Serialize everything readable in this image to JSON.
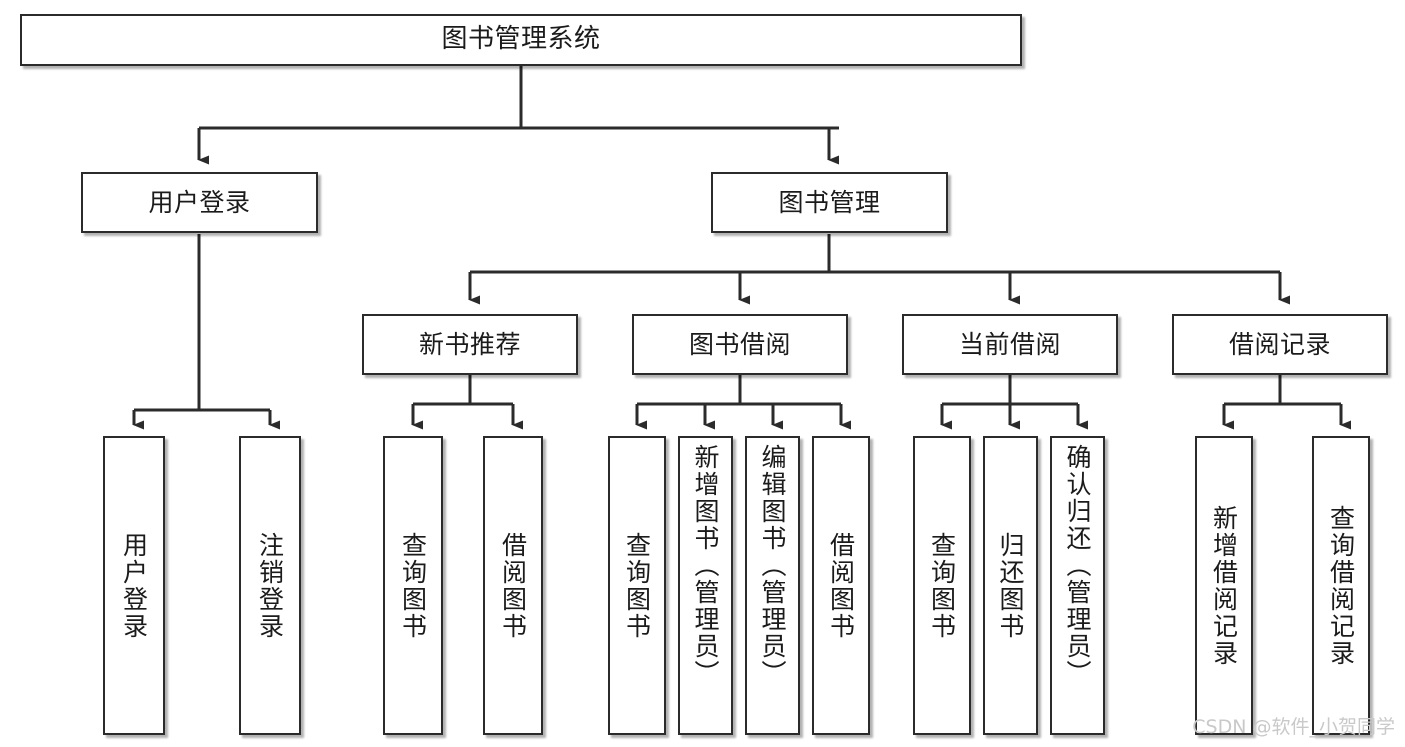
{
  "diagram": {
    "type": "tree",
    "title_node": "图书管理系统",
    "watermark": "CSDN @软件_小贺同学",
    "colors": {
      "box_border": "#2b2b2b",
      "box_fill": "#ffffff",
      "connector": "#2b2b2b",
      "text": "#1b1b1b",
      "watermark": "#c9c9c9",
      "background": "#ffffff"
    },
    "levels": {
      "root": [
        "图书管理系统"
      ],
      "level2": [
        "用户登录",
        "图书管理"
      ],
      "level3": [
        "新书推荐",
        "图书借阅",
        "当前借阅",
        "借阅记录"
      ],
      "leaves": [
        "用户登录",
        "注销登录",
        "查询图书",
        "借阅图书",
        "查询图书",
        "新增图书（管理员）",
        "编辑图书（管理员）",
        "借阅图书",
        "查询图书",
        "归还图书",
        "确认归还（管理员）",
        "新增借阅记录",
        "查询借阅记录"
      ]
    },
    "nodes": {
      "root": {
        "label": "图书管理系统"
      },
      "user_login": {
        "label": "用户登录"
      },
      "book_mgmt": {
        "label": "图书管理"
      },
      "new_book_rec": {
        "label": "新书推荐"
      },
      "book_borrow": {
        "label": "图书借阅"
      },
      "current_borrow": {
        "label": "当前借阅"
      },
      "borrow_record": {
        "label": "借阅记录"
      },
      "leaf_user_login": {
        "label": "用户登录"
      },
      "leaf_user_logout": {
        "label": "注销登录"
      },
      "leaf_query_book_1": {
        "label": "查询图书"
      },
      "leaf_borrow_book_1": {
        "label": "借阅图书"
      },
      "leaf_query_book_2": {
        "label": "查询图书"
      },
      "leaf_add_book_admin": {
        "label": "新增图书（管理员）"
      },
      "leaf_edit_book_admin": {
        "label": "编辑图书（管理员）"
      },
      "leaf_borrow_book_2": {
        "label": "借阅图书"
      },
      "leaf_query_book_3": {
        "label": "查询图书"
      },
      "leaf_return_book": {
        "label": "归还图书"
      },
      "leaf_confirm_return_admin": {
        "label": "确认归还（管理员）"
      },
      "leaf_add_borrow_record": {
        "label": "新增借阅记录"
      },
      "leaf_query_borrow_record": {
        "label": "查询借阅记录"
      }
    },
    "edges": [
      {
        "from": "root",
        "to": "user_login"
      },
      {
        "from": "root",
        "to": "book_mgmt"
      },
      {
        "from": "user_login",
        "to": "leaf_user_login"
      },
      {
        "from": "user_login",
        "to": "leaf_user_logout"
      },
      {
        "from": "book_mgmt",
        "to": "new_book_rec"
      },
      {
        "from": "book_mgmt",
        "to": "book_borrow"
      },
      {
        "from": "book_mgmt",
        "to": "current_borrow"
      },
      {
        "from": "book_mgmt",
        "to": "borrow_record"
      },
      {
        "from": "new_book_rec",
        "to": "leaf_query_book_1"
      },
      {
        "from": "new_book_rec",
        "to": "leaf_borrow_book_1"
      },
      {
        "from": "book_borrow",
        "to": "leaf_query_book_2"
      },
      {
        "from": "book_borrow",
        "to": "leaf_add_book_admin"
      },
      {
        "from": "book_borrow",
        "to": "leaf_edit_book_admin"
      },
      {
        "from": "book_borrow",
        "to": "leaf_borrow_book_2"
      },
      {
        "from": "current_borrow",
        "to": "leaf_query_book_3"
      },
      {
        "from": "current_borrow",
        "to": "leaf_return_book"
      },
      {
        "from": "current_borrow",
        "to": "leaf_confirm_return_admin"
      },
      {
        "from": "borrow_record",
        "to": "leaf_add_borrow_record"
      },
      {
        "from": "borrow_record",
        "to": "leaf_query_borrow_record"
      }
    ]
  }
}
